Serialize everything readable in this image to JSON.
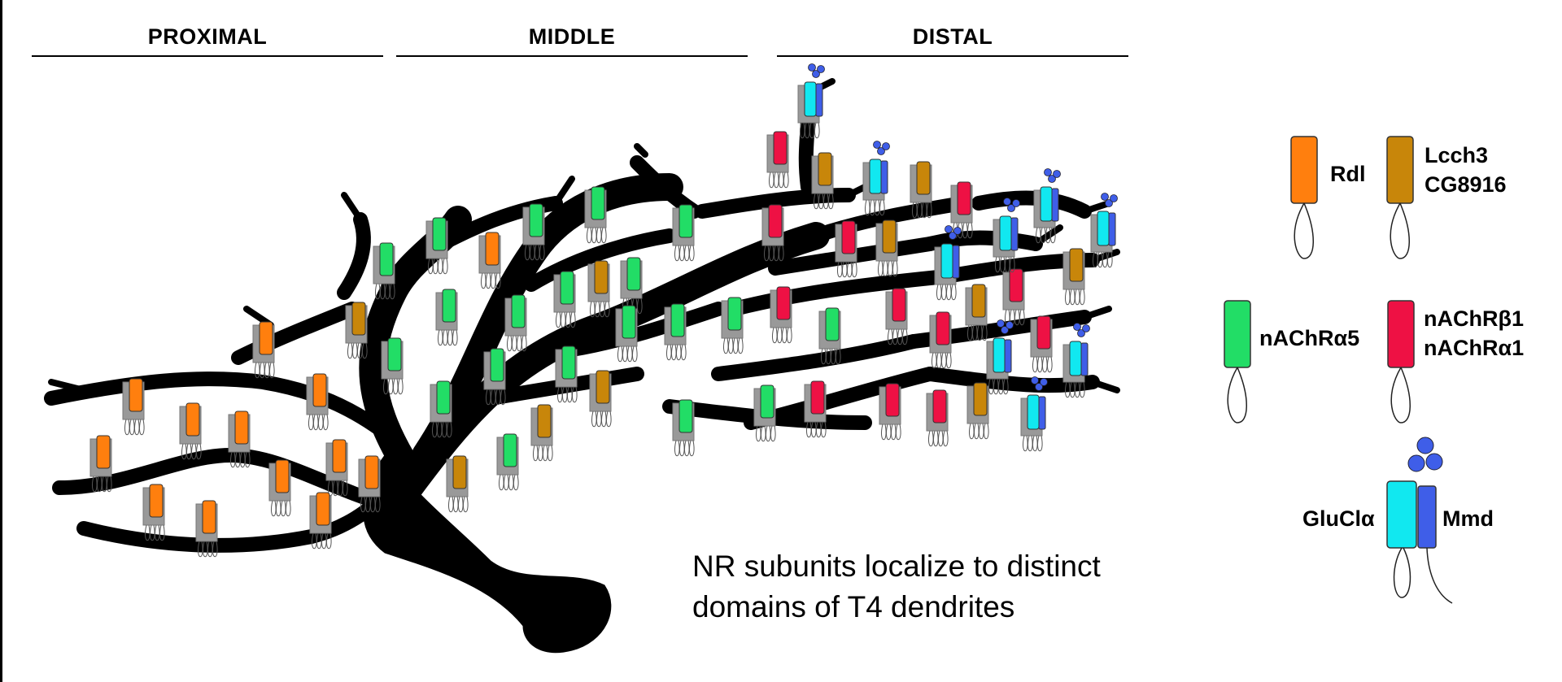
{
  "regions": {
    "proximal": "PROXIMAL",
    "middle": "MIDDLE",
    "distal": "DISTAL"
  },
  "caption": {
    "line1": "NR subunits localize to distinct",
    "line2": "domains of T4 dendrites"
  },
  "legend": {
    "rdl": "Rdl",
    "lcch3": "Lcch3",
    "cg8916": "CG8916",
    "nachra5": "nAChRα5",
    "nachrb1": "nAChRβ1",
    "nachra1": "nAChRα1",
    "glucla": "GluClα",
    "mmd": "Mmd"
  },
  "colors": {
    "rdl": "#ff7f0e",
    "lcch3": "#c8860a",
    "nachra5": "#22dd66",
    "nachrb1": "#ee1144",
    "glucla": "#11e8f0",
    "mmd": "#3f5ee8",
    "body": "#999999",
    "dendrite": "#000000"
  }
}
